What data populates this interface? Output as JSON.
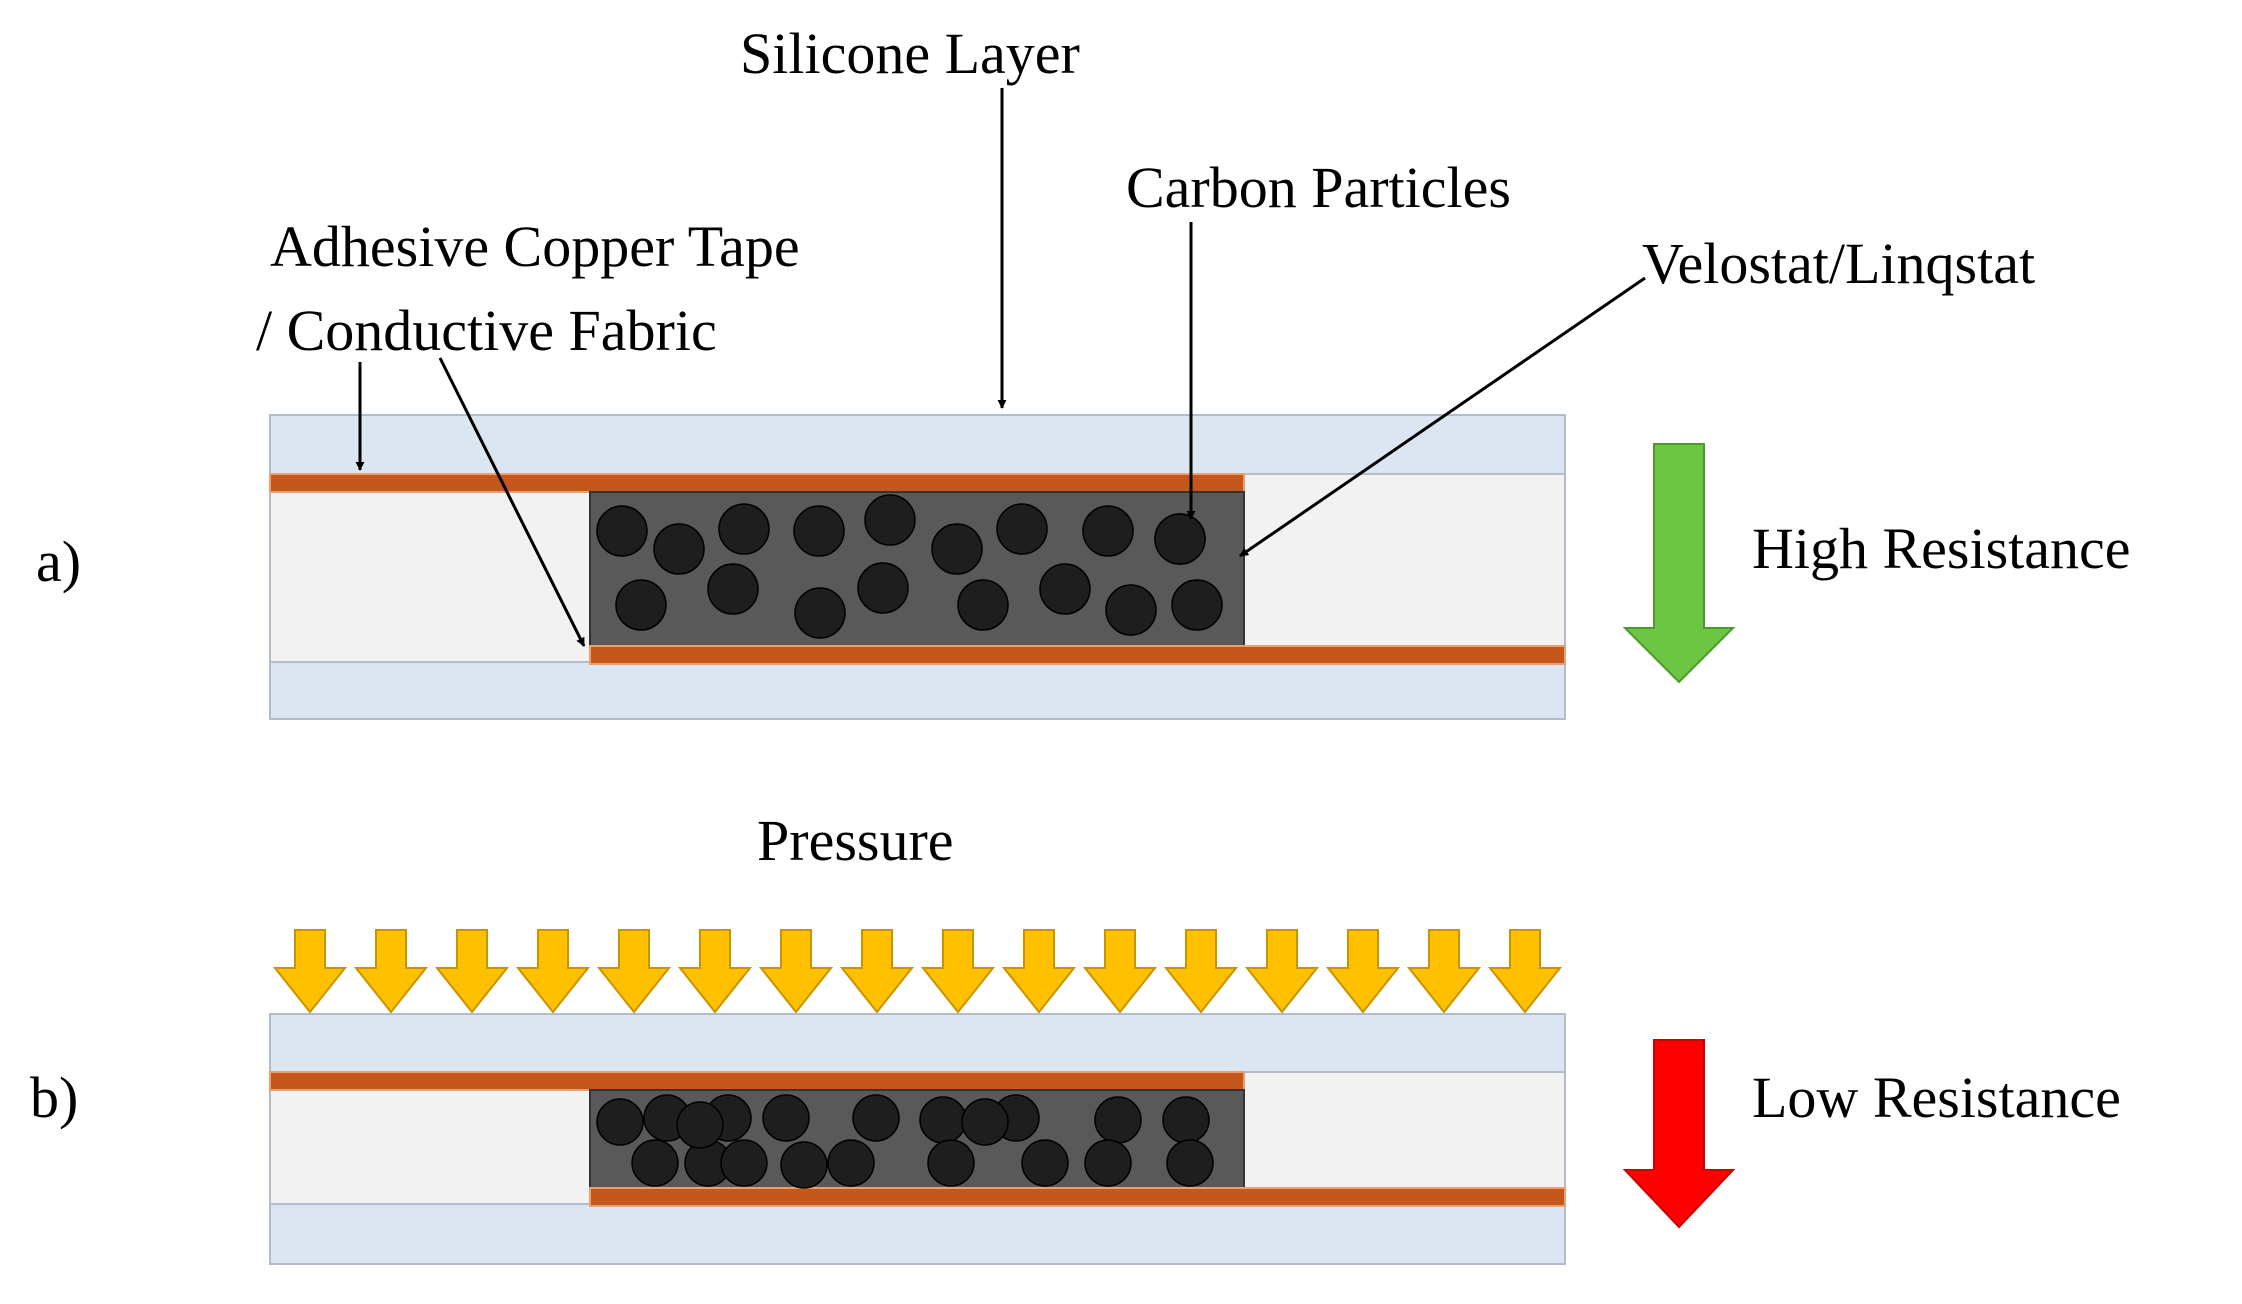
{
  "labels": {
    "silicone_layer": "Silicone Layer",
    "carbon_particles": "Carbon Particles",
    "adhesive_line1": "Adhesive Copper Tape",
    "adhesive_line2": "/ Conductive Fabric",
    "velostat": "Velostat/Linqstat",
    "high_resistance": "High Resistance",
    "low_resistance": "Low Resistance",
    "pressure": "Pressure",
    "panel_a": "a)",
    "panel_b": "b)"
  },
  "panels": {
    "a": {
      "state": "uncompressed",
      "particle_count": 18
    },
    "b": {
      "state": "compressed",
      "particle_count": 20,
      "pressure_arrow_count": 16
    }
  },
  "colors": {
    "silicone": "#dce6f2",
    "copper": "#c5561c",
    "copper_edge": "#e8a070",
    "velostat": "#595959",
    "particle": "#1e1e1e",
    "gap": "#f2f2f2",
    "high_resistance_arrow": "#6cc644",
    "low_resistance_arrow": "#ff0000",
    "pressure_arrow": "#ffc000"
  }
}
